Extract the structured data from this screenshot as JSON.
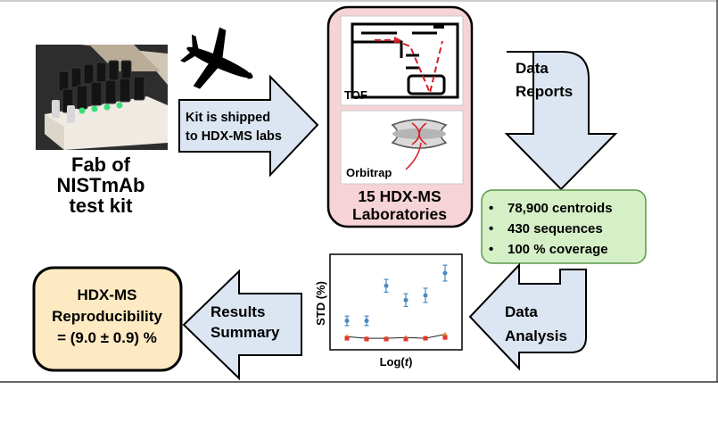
{
  "kit": {
    "caption_lines": [
      "Fab of",
      "NISTmAb",
      "test kit"
    ]
  },
  "ship_arrow": {
    "lines": [
      "Kit is shipped",
      "to HDX-MS labs"
    ]
  },
  "labs": {
    "tof_label": "TOF",
    "orbitrap_label": "Orbitrap",
    "title_lines": [
      "15 HDX-MS",
      "Laboratories"
    ]
  },
  "data_reports": {
    "lines": [
      "Data",
      "Reports"
    ]
  },
  "stats": {
    "items": [
      "78,900 centroids",
      "430 sequences",
      "100 % coverage"
    ]
  },
  "data_analysis": {
    "lines": [
      "Data",
      "Analysis"
    ]
  },
  "plot": {
    "ylabel": "STD (%)",
    "xlabel_prefix": "Log(",
    "xlabel_var": "t",
    "xlabel_suffix": ")"
  },
  "results_summary": {
    "lines": [
      "Results",
      "Summary"
    ]
  },
  "reproducibility": {
    "lines": [
      "HDX-MS",
      "Reproducibility",
      "= (9.0 ± 0.9) %"
    ]
  },
  "colors": {
    "arrow_fill": "#dce6f2",
    "labs_fill": "#f6d3d6",
    "stats_fill": "#d5efc6",
    "result_fill": "#fde9c2",
    "blue_series": "#4a8ac4",
    "red_series": "#e03a2c"
  },
  "chart_data": {
    "type": "scatter",
    "xlabel": "Log(t)",
    "ylabel": "STD (%)",
    "series": [
      {
        "x": [
          1,
          2,
          3,
          4,
          5,
          6
        ],
        "values": [
          5.2,
          5.2,
          9.6,
          7.8,
          8.4,
          11.2
        ],
        "errors": [
          0.6,
          0.6,
          0.8,
          0.8,
          0.9,
          1.0
        ]
      },
      {
        "x": [
          1,
          2,
          3,
          4,
          5,
          6
        ],
        "values": [
          3.2,
          3.0,
          3.0,
          3.1,
          3.0,
          3.5
        ]
      },
      {
        "x": [
          1,
          2,
          3,
          4,
          5,
          6
        ],
        "values": [
          3.0,
          2.9,
          2.9,
          2.9,
          3.0,
          3.1
        ]
      }
    ],
    "xlim": [
      0.5,
      6.5
    ],
    "ylim": [
      2,
      13
    ],
    "grid": false,
    "legend": "none"
  }
}
